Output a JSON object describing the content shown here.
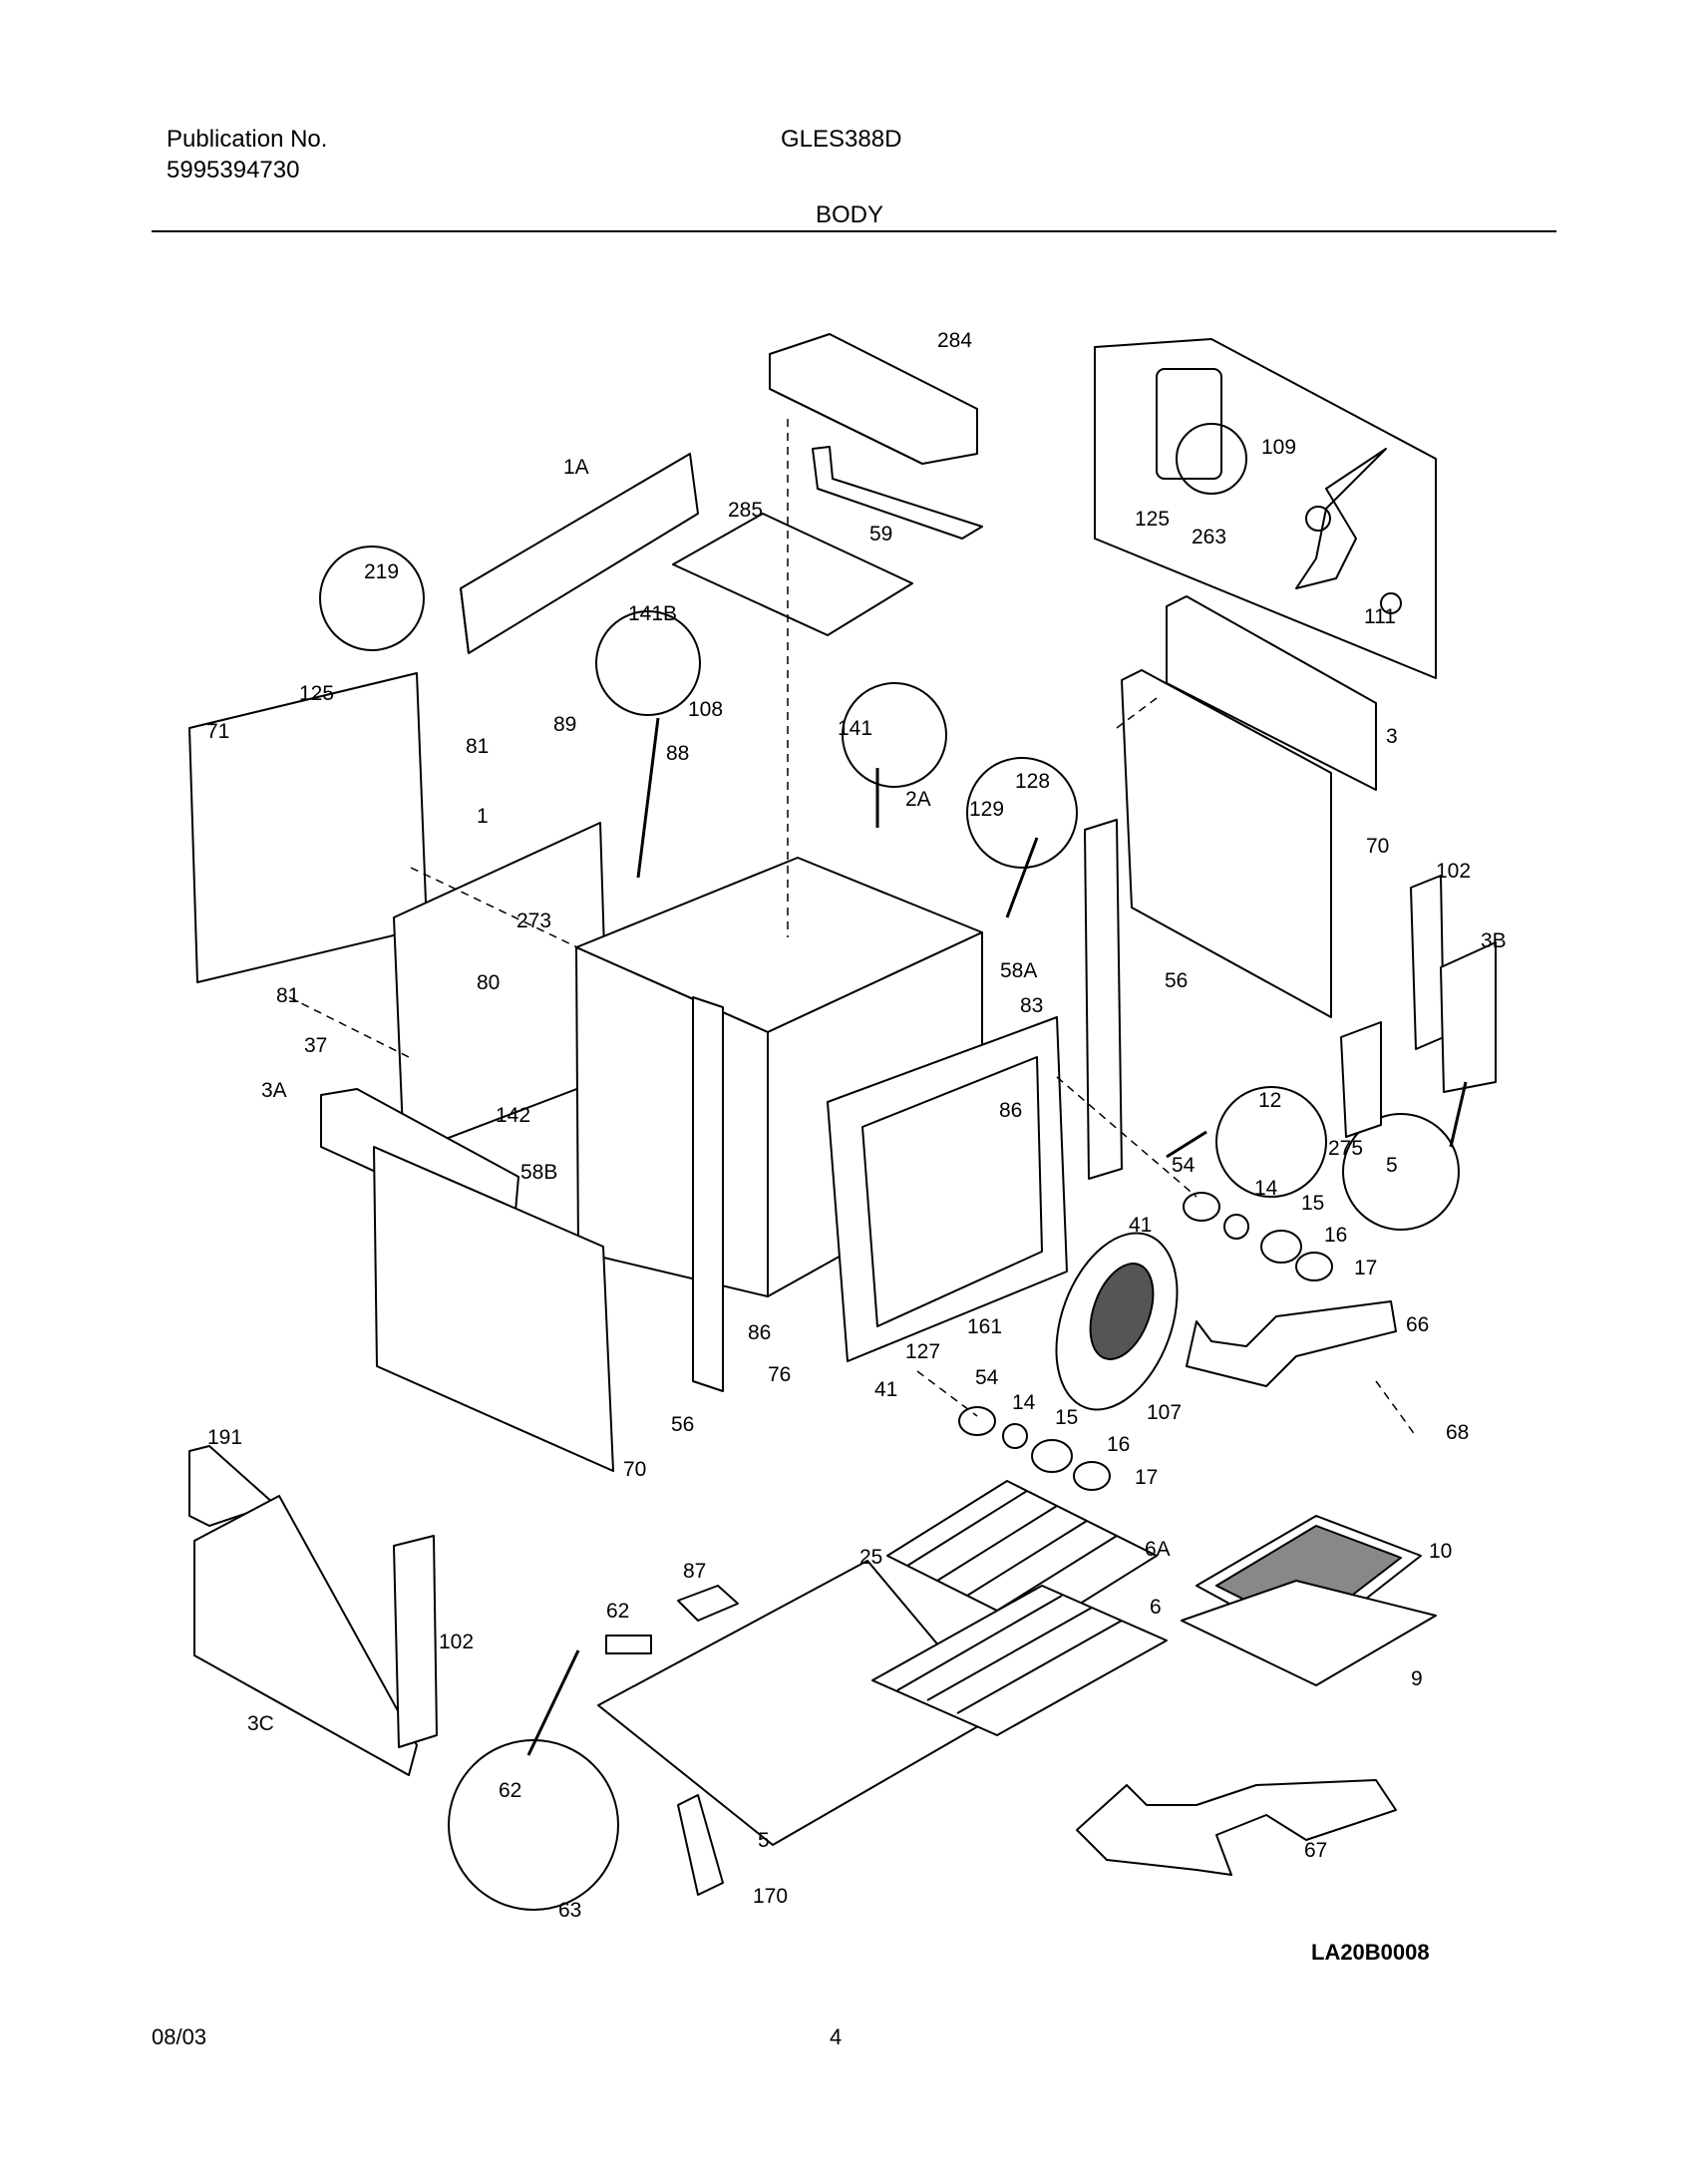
{
  "header": {
    "publication_label": "Publication No.",
    "publication_number": "5995394730",
    "model": "GLES388D",
    "section": "BODY"
  },
  "footer": {
    "date": "08/03",
    "page": "4"
  },
  "diagram": {
    "drawing_code": "LA20B0008",
    "labels": [
      "284",
      "285",
      "59",
      "1A",
      "219",
      "141B",
      "109",
      "125",
      "263",
      "111",
      "125",
      "71",
      "81",
      "89",
      "108",
      "88",
      "141",
      "128",
      "129",
      "2A",
      "3",
      "70",
      "102",
      "3B",
      "1",
      "273",
      "80",
      "58A",
      "83",
      "56",
      "81",
      "37",
      "3A",
      "142",
      "58B",
      "12",
      "275",
      "5",
      "86",
      "54",
      "14",
      "15",
      "16",
      "17",
      "41",
      "86",
      "127",
      "161",
      "76",
      "41",
      "56",
      "70",
      "54",
      "14",
      "15",
      "16",
      "17",
      "107",
      "66",
      "68",
      "191",
      "87",
      "6A",
      "25",
      "62",
      "6",
      "10",
      "102",
      "9",
      "3C",
      "62",
      "63",
      "5",
      "170",
      "67"
    ]
  }
}
